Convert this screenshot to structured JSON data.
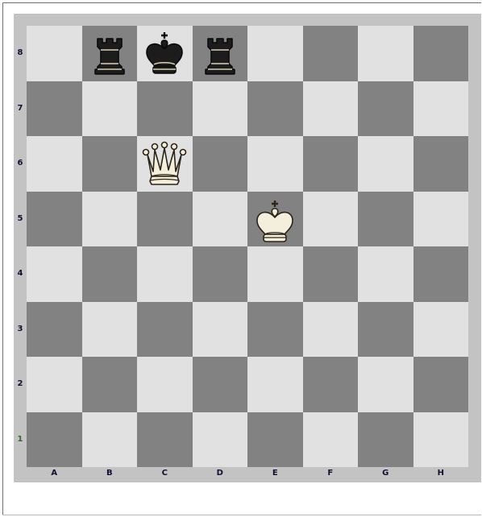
{
  "board": {
    "files": [
      "A",
      "B",
      "C",
      "D",
      "E",
      "F",
      "G",
      "H"
    ],
    "ranks": [
      "8",
      "7",
      "6",
      "5",
      "4",
      "3",
      "2",
      "1"
    ],
    "light_color": "#e1e1e1",
    "dark_color": "#828282",
    "pieces": [
      {
        "square": "b8",
        "piece": "rook",
        "color": "black",
        "icon": "black-rook-icon"
      },
      {
        "square": "c8",
        "piece": "king",
        "color": "black",
        "icon": "black-king-icon"
      },
      {
        "square": "d8",
        "piece": "rook",
        "color": "black",
        "icon": "black-rook-icon"
      },
      {
        "square": "c6",
        "piece": "queen",
        "color": "white",
        "icon": "white-queen-icon"
      },
      {
        "square": "e5",
        "piece": "king",
        "color": "white",
        "icon": "white-king-icon"
      }
    ]
  }
}
